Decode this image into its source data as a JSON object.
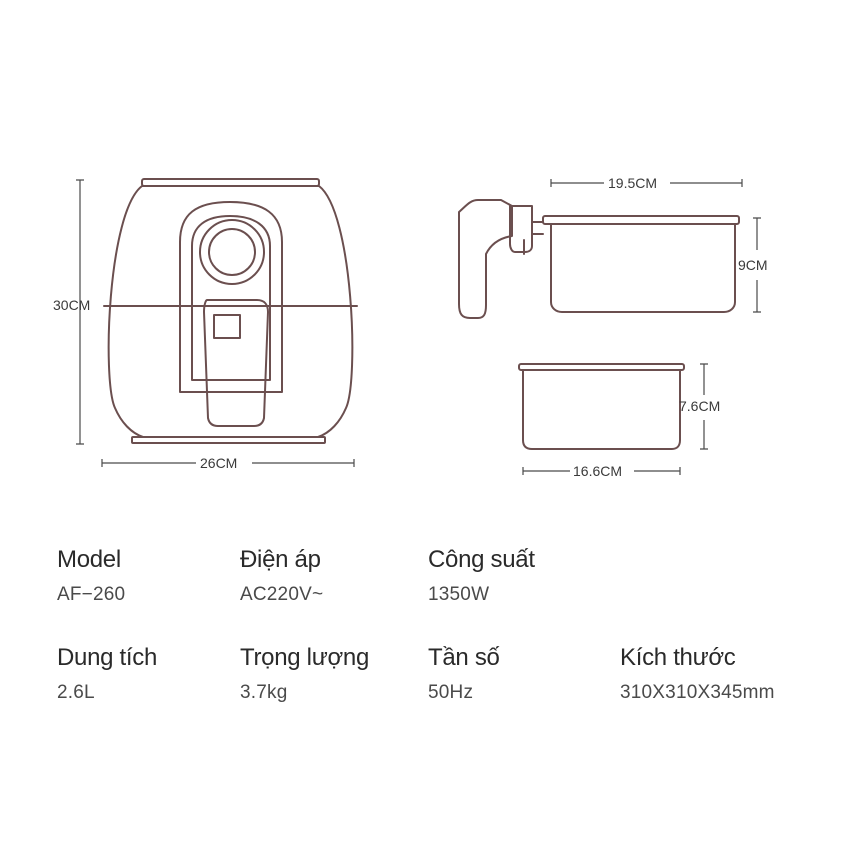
{
  "dimensions": {
    "fryer_height": "30CM",
    "fryer_width": "26CM",
    "basket_total_length": "19.5CM",
    "basket_height": "9CM",
    "pot_height": "7.6CM",
    "pot_diameter": "16.6CM"
  },
  "specs": [
    {
      "label": "Model",
      "value": "AF−260"
    },
    {
      "label": "Điện áp",
      "value": "AC220V~"
    },
    {
      "label": "Công suất",
      "value": "1350W"
    },
    {
      "label": "Dung tích",
      "value": "2.6L"
    },
    {
      "label": "Trọng lượng",
      "value": "3.7kg"
    },
    {
      "label": "Tần số",
      "value": "50Hz"
    },
    {
      "label": "Kích thước",
      "value": "310X310X345mm"
    }
  ]
}
